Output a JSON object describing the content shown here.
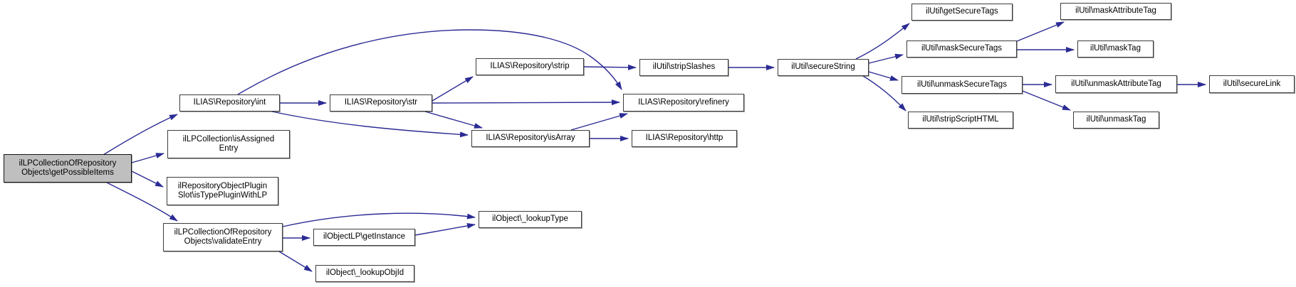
{
  "diagram": {
    "type": "call-graph",
    "edge_color": "#2b2b94",
    "node_fill": "#ffffff",
    "main_node_fill": "#bfbfbf",
    "node_border_color": "#3d3d3d",
    "nodes": {
      "getPossibleItems": {
        "label": "ilLPCollectionOfRepository\nObjects\\getPossibleItems",
        "main": true
      },
      "int": {
        "label": "ILIAS\\Repository\\int"
      },
      "isAssignedEntry": {
        "label": "ilLPCollection\\isAssigned\nEntry"
      },
      "isTypePluginWithLP": {
        "label": "ilRepositoryObjectPlugin\nSlot\\isTypePluginWithLP"
      },
      "validateEntry": {
        "label": "ilLPCollectionOfRepository\nObjects\\validateEntry"
      },
      "str": {
        "label": "ILIAS\\Repository\\str"
      },
      "strip": {
        "label": "ILIAS\\Repository\\strip"
      },
      "isArray": {
        "label": "ILIAS\\Repository\\isArray"
      },
      "refinery": {
        "label": "ILIAS\\Repository\\refinery"
      },
      "http": {
        "label": "ILIAS\\Repository\\http"
      },
      "stripSlashes": {
        "label": "ilUtil\\stripSlashes"
      },
      "secureString": {
        "label": "ilUtil\\secureString"
      },
      "getSecureTags": {
        "label": "ilUtil\\getSecureTags"
      },
      "maskSecureTags": {
        "label": "ilUtil\\maskSecureTags"
      },
      "unmaskSecureTags": {
        "label": "ilUtil\\unmaskSecureTags"
      },
      "stripScriptHTML": {
        "label": "ilUtil\\stripScriptHTML"
      },
      "maskAttributeTag": {
        "label": "ilUtil\\maskAttributeTag"
      },
      "maskTag": {
        "label": "ilUtil\\maskTag"
      },
      "unmaskAttributeTag": {
        "label": "ilUtil\\unmaskAttributeTag"
      },
      "unmaskTag": {
        "label": "ilUtil\\unmaskTag"
      },
      "secureLink": {
        "label": "ilUtil\\secureLink"
      },
      "lookupType": {
        "label": "ilObject\\_lookupType"
      },
      "getInstance": {
        "label": "ilObjectLP\\getInstance"
      },
      "lookupObjId": {
        "label": "ilObject\\_lookupObjId"
      }
    },
    "edges": [
      {
        "from": "getPossibleItems",
        "to": "int"
      },
      {
        "from": "getPossibleItems",
        "to": "isAssignedEntry"
      },
      {
        "from": "getPossibleItems",
        "to": "isTypePluginWithLP"
      },
      {
        "from": "getPossibleItems",
        "to": "validateEntry"
      },
      {
        "from": "int",
        "to": "str"
      },
      {
        "from": "int",
        "to": "refinery"
      },
      {
        "from": "int",
        "to": "isArray"
      },
      {
        "from": "str",
        "to": "strip"
      },
      {
        "from": "str",
        "to": "refinery"
      },
      {
        "from": "str",
        "to": "isArray"
      },
      {
        "from": "strip",
        "to": "stripSlashes"
      },
      {
        "from": "stripSlashes",
        "to": "secureString"
      },
      {
        "from": "isArray",
        "to": "refinery"
      },
      {
        "from": "isArray",
        "to": "http"
      },
      {
        "from": "secureString",
        "to": "getSecureTags"
      },
      {
        "from": "secureString",
        "to": "maskSecureTags"
      },
      {
        "from": "secureString",
        "to": "unmaskSecureTags"
      },
      {
        "from": "secureString",
        "to": "stripScriptHTML"
      },
      {
        "from": "maskSecureTags",
        "to": "maskAttributeTag"
      },
      {
        "from": "maskSecureTags",
        "to": "maskTag"
      },
      {
        "from": "unmaskSecureTags",
        "to": "unmaskAttributeTag"
      },
      {
        "from": "unmaskSecureTags",
        "to": "unmaskTag"
      },
      {
        "from": "unmaskAttributeTag",
        "to": "secureLink"
      },
      {
        "from": "validateEntry",
        "to": "lookupType"
      },
      {
        "from": "validateEntry",
        "to": "getInstance"
      },
      {
        "from": "validateEntry",
        "to": "lookupObjId"
      },
      {
        "from": "getInstance",
        "to": "lookupType"
      }
    ]
  }
}
